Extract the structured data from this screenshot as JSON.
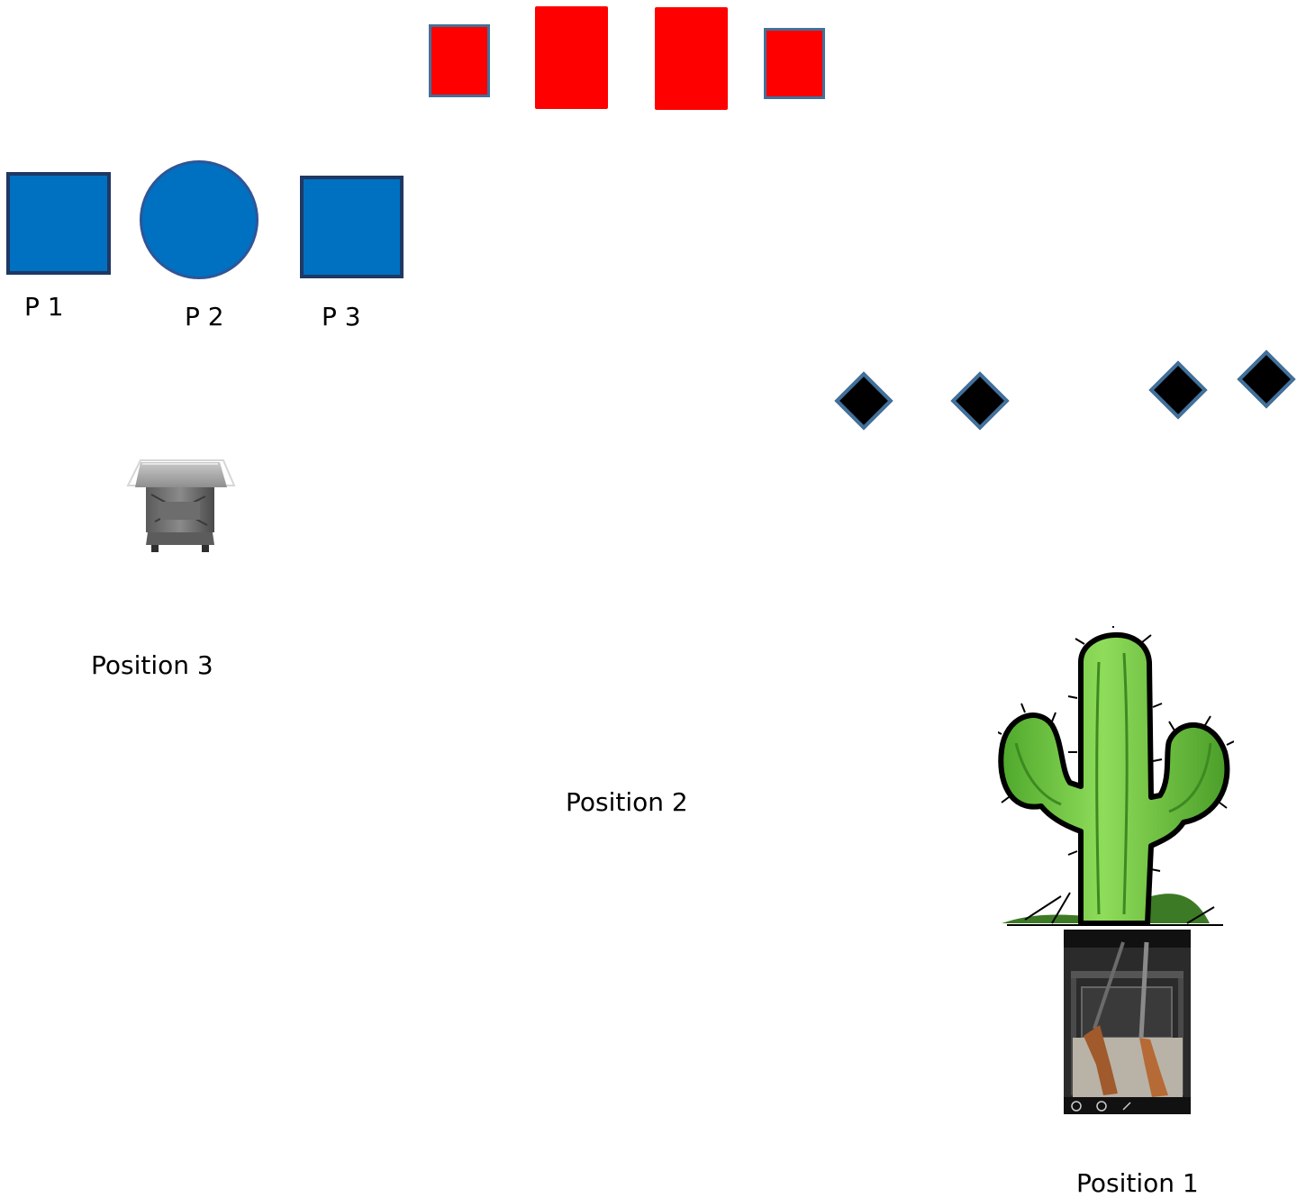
{
  "labels": {
    "p1": "P 1",
    "p2": "P 2",
    "p3": "P 3",
    "position_3": "Position 3",
    "position_2": "Position 2",
    "position_1": "Position 1"
  },
  "colors": {
    "red_target": "#ff0000",
    "red_target_border": "#41719c",
    "blue_target": "#0070c0",
    "blue_target_border": "#1f3864",
    "diamond": "#000000",
    "diamond_border": "#41719c",
    "cactus_green": "#6cc24a"
  },
  "icons": {
    "position_3_prop": "table-icon",
    "position_1_prop": "cactus-icon",
    "position_1_photo": "rifles-photo"
  }
}
